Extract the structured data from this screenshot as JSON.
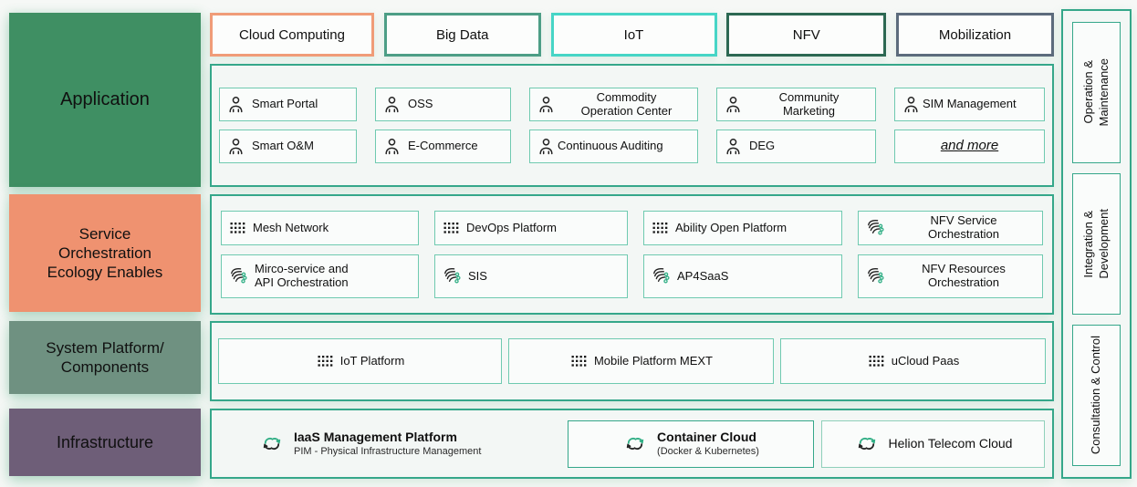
{
  "colors": {
    "application_bg": "#3f8f63",
    "orchestration_bg": "#ef9270",
    "platform_bg": "#6f9181",
    "infrastructure_bg": "#6e5e78",
    "container_border": "#35a78a",
    "item_border": "#6fcab0",
    "flow_icon_accent": "#2fae84",
    "cloud_icon_accent": "#2fae84"
  },
  "left_sections": [
    {
      "label": "Application",
      "bg": "#3f8f63"
    },
    {
      "label": [
        "Service",
        "Orchestration",
        "Ecology Enables"
      ],
      "bg": "#ef9270"
    },
    {
      "label": [
        "System Platform/",
        "Components"
      ],
      "bg": "#6f9181"
    },
    {
      "label": "Infrastructure",
      "bg": "#6e5e78"
    }
  ],
  "tabs": [
    {
      "label": "Cloud Computing",
      "border": "#f09c78"
    },
    {
      "label": "Big Data",
      "border": "#4d9e86"
    },
    {
      "label": "IoT",
      "border": "#46d5c6"
    },
    {
      "label": "NFV",
      "border": "#2c6852"
    },
    {
      "label": "Mobilization",
      "border": "#5c6b7c"
    }
  ],
  "application": {
    "items": [
      {
        "label": "Smart Portal",
        "icon": "user-icon"
      },
      {
        "label": "OSS",
        "icon": "user-icon"
      },
      {
        "label": [
          "Commodity",
          "Operation Center"
        ],
        "icon": "user-icon"
      },
      {
        "label": [
          "Community",
          "Marketing"
        ],
        "icon": "user-icon"
      },
      {
        "label": "SIM Management",
        "icon": "user-icon"
      },
      {
        "label": "Smart O&M",
        "icon": "user-icon"
      },
      {
        "label": "E-Commerce",
        "icon": "user-icon"
      },
      {
        "label": "Continuous Auditing",
        "icon": "user-icon"
      },
      {
        "label": "DEG",
        "icon": "user-icon"
      },
      {
        "label": "and more",
        "icon": "none"
      }
    ]
  },
  "orchestration": {
    "items": [
      {
        "label": "Mesh Network",
        "icon": "grid-dots-icon"
      },
      {
        "label": "DevOps Platform",
        "icon": "grid-dots-icon"
      },
      {
        "label": "Ability Open Platform",
        "icon": "grid-dots-icon"
      },
      {
        "label": [
          "NFV Service",
          "Orchestration"
        ],
        "icon": "flow-icon"
      },
      {
        "label": [
          "Mirco-service and",
          "API Orchestration"
        ],
        "icon": "flow-icon"
      },
      {
        "label": "SIS",
        "icon": "flow-icon"
      },
      {
        "label": "AP4SaaS",
        "icon": "flow-icon"
      },
      {
        "label": [
          "NFV Resources",
          "Orchestration"
        ],
        "icon": "flow-icon"
      }
    ]
  },
  "platform": {
    "items": [
      {
        "label": "IoT Platform",
        "icon": "grid-dots-icon"
      },
      {
        "label": "Mobile Platform MEXT",
        "icon": "grid-dots-icon"
      },
      {
        "label": "uCloud Paas",
        "icon": "grid-dots-icon"
      }
    ]
  },
  "infrastructure": {
    "items": [
      {
        "title": "IaaS Management Platform",
        "subtitle": "PIM - Physical Infrastructure Management",
        "icon": "cloud-sync-icon"
      },
      {
        "title": "Container Cloud",
        "subtitle": "(Docker & Kubernetes)",
        "icon": "cloud-sync-icon"
      },
      {
        "title": "Helion Telecom Cloud",
        "icon": "cloud-sync-icon"
      }
    ]
  },
  "right_sections": [
    {
      "label": [
        "Operation &",
        "Maintenance"
      ]
    },
    {
      "label": [
        "Integration &",
        "Development"
      ]
    },
    {
      "label": "Consultation & Control"
    }
  ]
}
